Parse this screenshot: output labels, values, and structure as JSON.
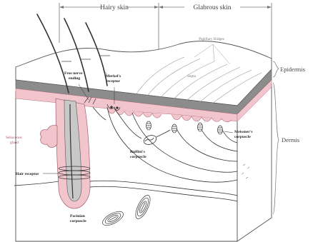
{
  "header": {
    "hairy_skin": "Hairy skin",
    "glabrous_skin": "Glabrous skin"
  },
  "layers": {
    "epidermis": "Epidermis",
    "dermis": "Dermis"
  },
  "labels": {
    "papillary_ridges": "Papillary Ridges",
    "septa": "Septa",
    "free_nerve_ending": [
      "Free nerve",
      "ending"
    ],
    "merkels_receptor": [
      "Merkel's",
      "receptor"
    ],
    "sebaceous_gland": [
      "Sebaceous",
      "gland"
    ],
    "meissners_corpuscle": [
      "Meissner's",
      "corpuscle"
    ],
    "ruffinis_corpuscle": [
      "Ruffini's",
      "corpuscle"
    ],
    "hair_receptor": "Hair receptor",
    "pacinian_corpuscle": [
      "Pacinian",
      "corpuscle"
    ]
  },
  "colors": {
    "epidermis_gray": "#8c8c8c",
    "dermis_pink": "#f2c4cb",
    "line": "#444444",
    "background": "#ffffff"
  }
}
